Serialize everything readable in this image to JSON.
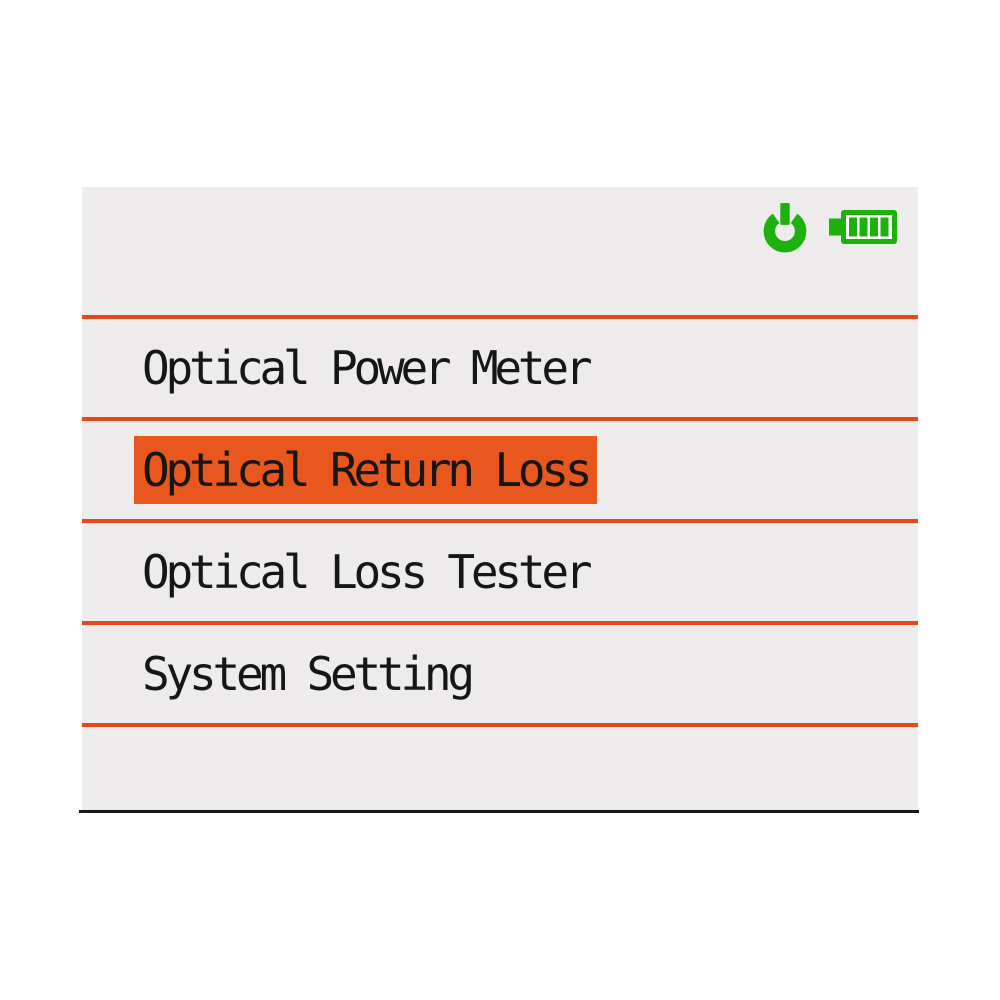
{
  "device_screen": {
    "type": "optical-fiber-tester-main-menu"
  },
  "colors": {
    "accent": "#e5491b",
    "highlight": "#e8571e",
    "icon_green": "#1cb10c",
    "panel_bg": "#edebeb",
    "text": "#161616",
    "bottom_line": "#181818",
    "page_bg": "#ffffff"
  },
  "statusbar": {
    "power_icon": "power-icon",
    "battery_icon": "battery-icon",
    "battery_level": "4/4 bars"
  },
  "menu": {
    "selected_index": 1,
    "items": [
      {
        "label": "Optical Power Meter",
        "selected": false
      },
      {
        "label": "Optical Return Loss",
        "selected": true
      },
      {
        "label": "Optical Loss Tester",
        "selected": false
      },
      {
        "label": "System Setting",
        "selected": false
      }
    ]
  }
}
